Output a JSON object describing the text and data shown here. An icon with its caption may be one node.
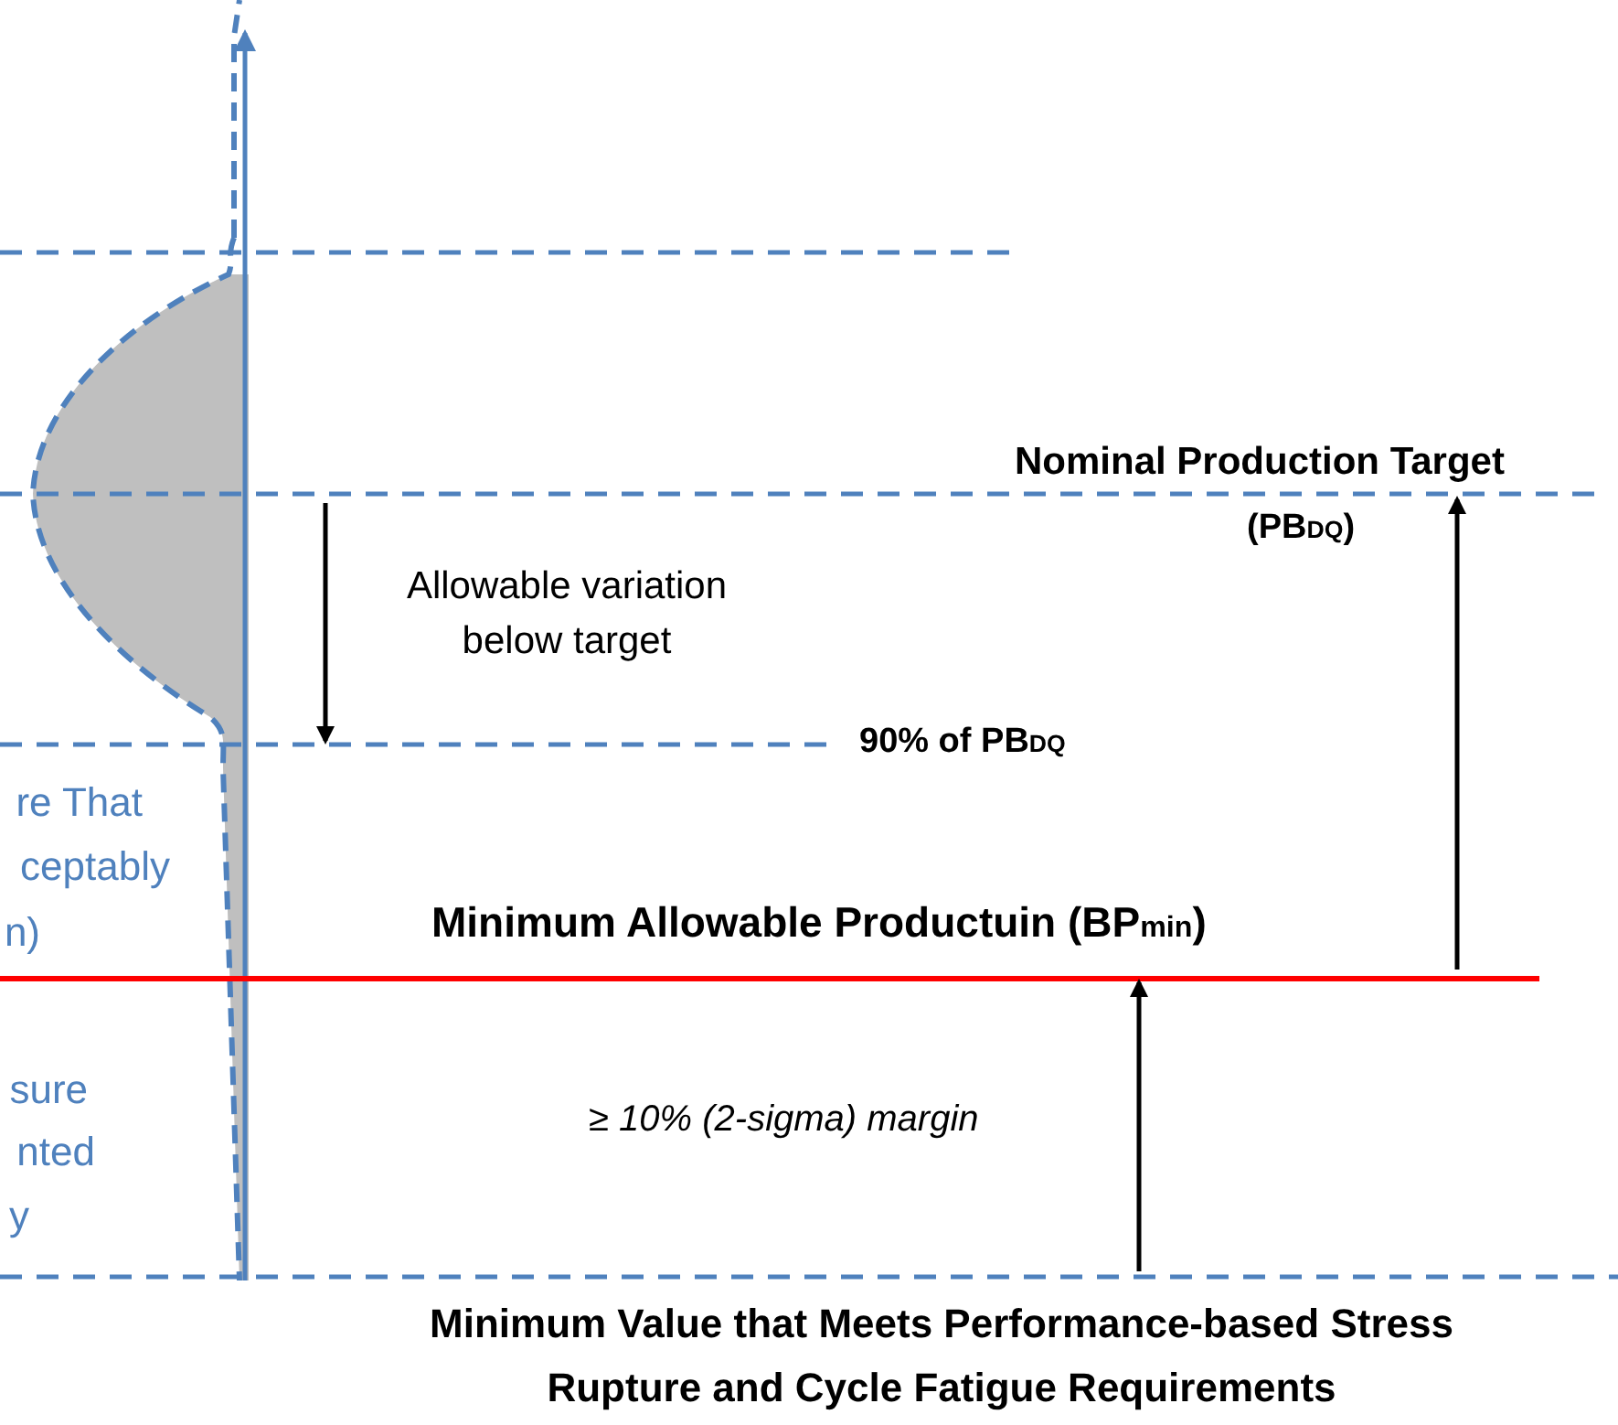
{
  "diagram": {
    "labels": [
      "Nominal Production Target",
      "(PB$_{DQ}$)",
      "Allowable variation below target",
      "90% of PB$_{DQ}$",
      "re That",
      "ceptably",
      "n)",
      "Minimum Allowable Productuin (BP$_{min}$)",
      "sure",
      "≥ 10% (2-sigma) margin",
      "nted",
      "y",
      "Minimum Value that Meets Performance-based Stress Rupture and Cycle Fatigue Requirements"
    ]
  }
}
